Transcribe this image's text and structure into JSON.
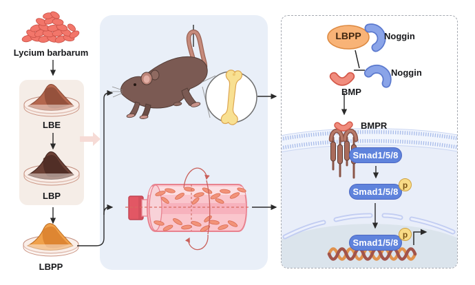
{
  "left_column": {
    "plant_label": "Lycium barbarum",
    "lbe_label": "LBE",
    "lbp_label": "LBP",
    "lbpp_label": "LBPP"
  },
  "pathway_panel": {
    "lbpp_label": "LBPP",
    "noggin_complex_label": "Noggin",
    "noggin_free_label": "Noggin",
    "bmp_label": "BMP",
    "bmpr_label": "BMPR",
    "smad_label_1": "Smad1/5/8",
    "smad_label_2": "Smad1/5/8",
    "smad_label_3": "Smad1/5/8",
    "phospho_label_1": "p",
    "phospho_label_2": "p"
  },
  "icons": {
    "goji_berries": "pile of red berries",
    "petri_dish": "petri dish with powder",
    "process_arrow": "pink block arrow",
    "tail_suspended_rat": "hindlimb-unloaded rat on suspension wire",
    "femur_magnifier": "magnifier circle with femur bone",
    "rotary_bioreactor": "rotating pink culture vessel with cells",
    "rotation_arrows": "circular rotation arrows",
    "cell_membrane": "lipid bilayer band",
    "nuclear_envelope": "dashed nuclear membrane segments",
    "dna_helix": "double helix",
    "transcription_arrow": "bent promoter arrow",
    "inhibition_bar": "T-bar inhibition line"
  },
  "colors": {
    "berry_red": "#F2766A",
    "lbe_brown": "#B4674E",
    "lbp_brown": "#6B4035",
    "lbpp_orange": "#F0A14B",
    "box_beige": "#F5EDE7",
    "panel_blue": "#E9EFF8",
    "process_arrow_pink": "#F6DBD6",
    "rat_brown": "#7B5A53",
    "bone_yellow": "#F8E092",
    "vessel_pink": "#FAC6CD",
    "cap_red": "#E25764",
    "cell_salmon": "#F29379",
    "lbpp_ellipse_orange": "#F8B377",
    "noggin_blue": "#7F9CE6",
    "bmp_salmon": "#F08C7D",
    "receptor_brown": "#A96B5C",
    "smad_blue": "#5F83DC",
    "phosphate_yellow": "#F8DB86",
    "membrane_blue": "#A6BAE9",
    "cytoplasm_blue": "#E9EEF9",
    "nucleus_gray": "#DBE4EC",
    "dna_orange": "#E0924E",
    "dna_brown": "#A2544A"
  }
}
